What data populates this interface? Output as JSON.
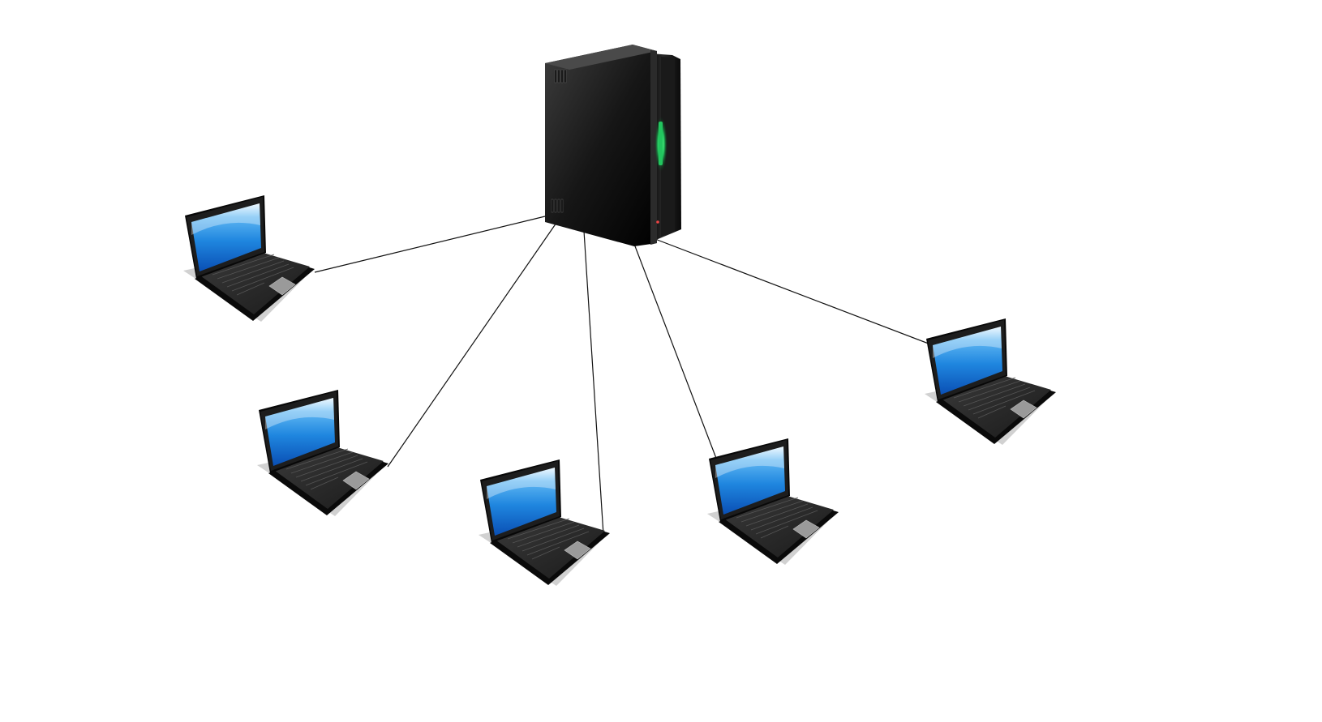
{
  "diagram": {
    "topology": "star",
    "center_node": {
      "kind": "server",
      "icon": "server-tower-icon",
      "status_light": "#22c55e"
    },
    "client_nodes": [
      {
        "kind": "laptop",
        "icon": "laptop-icon"
      },
      {
        "kind": "laptop",
        "icon": "laptop-icon"
      },
      {
        "kind": "laptop",
        "icon": "laptop-icon"
      },
      {
        "kind": "laptop",
        "icon": "laptop-icon"
      },
      {
        "kind": "laptop",
        "icon": "laptop-icon"
      }
    ],
    "connections": [
      {
        "from": "server",
        "to": 0
      },
      {
        "from": "server",
        "to": 1
      },
      {
        "from": "server",
        "to": 2
      },
      {
        "from": "server",
        "to": 3
      },
      {
        "from": "server",
        "to": 4
      }
    ],
    "colors": {
      "background": "#ffffff",
      "link": "#000000",
      "device_body": "#111111",
      "screen": "#2f8fe0"
    }
  }
}
